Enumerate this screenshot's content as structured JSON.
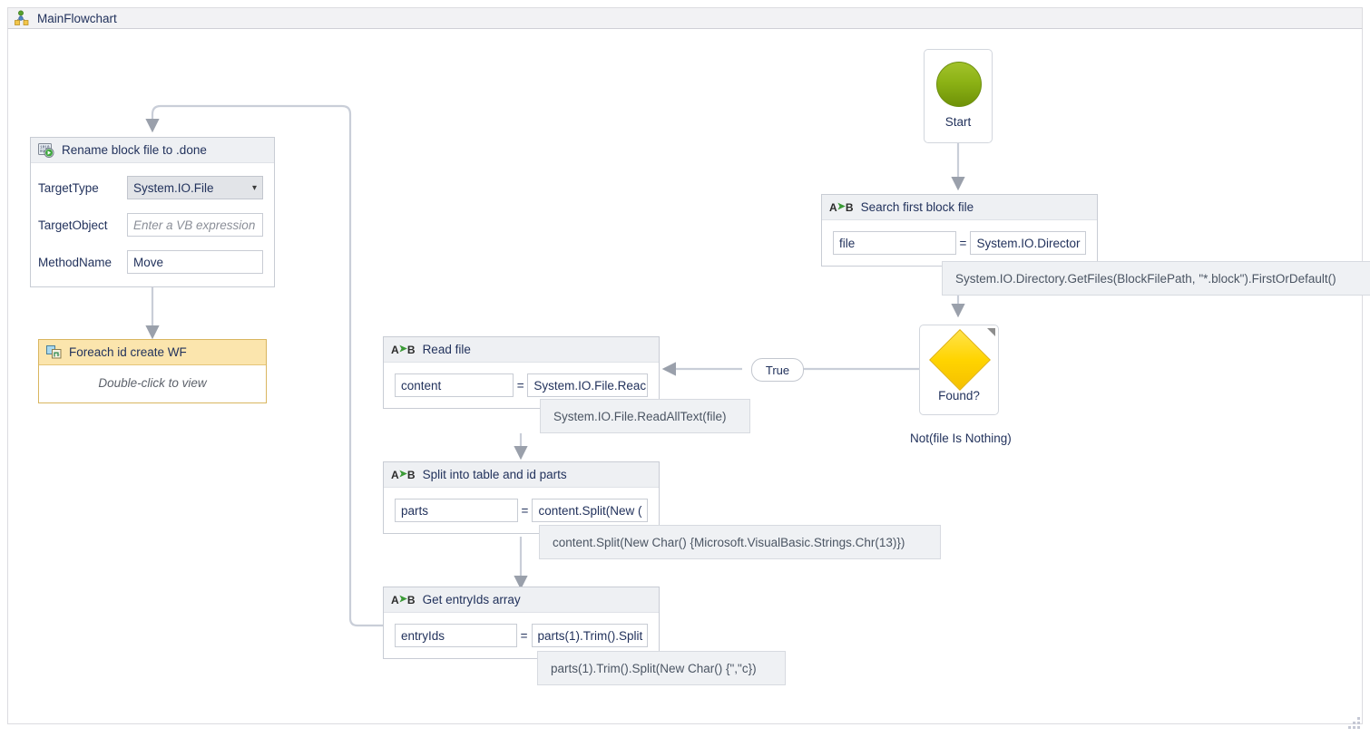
{
  "window": {
    "breadcrumb": "MainFlowchart",
    "breadcrumb_icon": "flowchart-icon"
  },
  "colors": {
    "start_green": "#8cb215",
    "decision_yellow": "#ffd400",
    "foreach_amber": "#fbe5ad",
    "header_grey": "#eef0f3",
    "wire_grey": "#c9ced8",
    "text_navy": "#22325c"
  },
  "nodes": {
    "start": {
      "label": "Start",
      "icon": "start-circle-icon"
    },
    "search": {
      "title": "Search first block file",
      "icon": "assign-icon",
      "variable": "file",
      "operator": "=",
      "expression_visible": "System.IO.Director",
      "expression_full": "System.IO.Directory.GetFiles(BlockFilePath, \"*.block\").FirstOrDefault()"
    },
    "decision": {
      "label": "Found?",
      "icon": "decision-diamond-icon",
      "condition": "Not(file Is Nothing)",
      "true_label": "True"
    },
    "read": {
      "title": "Read file",
      "icon": "assign-icon",
      "variable": "content",
      "operator": "=",
      "expression_visible": "System.IO.File.Reac",
      "expression_full": "System.IO.File.ReadAllText(file)"
    },
    "split": {
      "title": "Split into table and id parts",
      "icon": "assign-icon",
      "variable": "parts",
      "operator": "=",
      "expression_visible": "content.Split(New (",
      "expression_full": "content.Split(New Char() {Microsoft.VisualBasic.Strings.Chr(13)})"
    },
    "entryids": {
      "title": "Get entryIds array",
      "icon": "assign-icon",
      "variable": "entryIds",
      "operator": "=",
      "expression_visible": "parts(1).Trim().Split",
      "expression_full": "parts(1).Trim().Split(New Char() {\",\"c})"
    },
    "rename": {
      "title": "Rename block file to .done",
      "icon": "invoke-method-icon",
      "properties": [
        {
          "label": "TargetType",
          "value": "System.IO.File",
          "control": "combobox",
          "placeholder": ""
        },
        {
          "label": "TargetObject",
          "value": "",
          "control": "textbox",
          "placeholder": "Enter a VB expression"
        },
        {
          "label": "MethodName",
          "value": "Move",
          "control": "textbox",
          "placeholder": ""
        }
      ]
    },
    "foreach": {
      "title": "Foreach id create WF",
      "icon": "composite-activity-icon",
      "body": "Double-click to view"
    }
  }
}
